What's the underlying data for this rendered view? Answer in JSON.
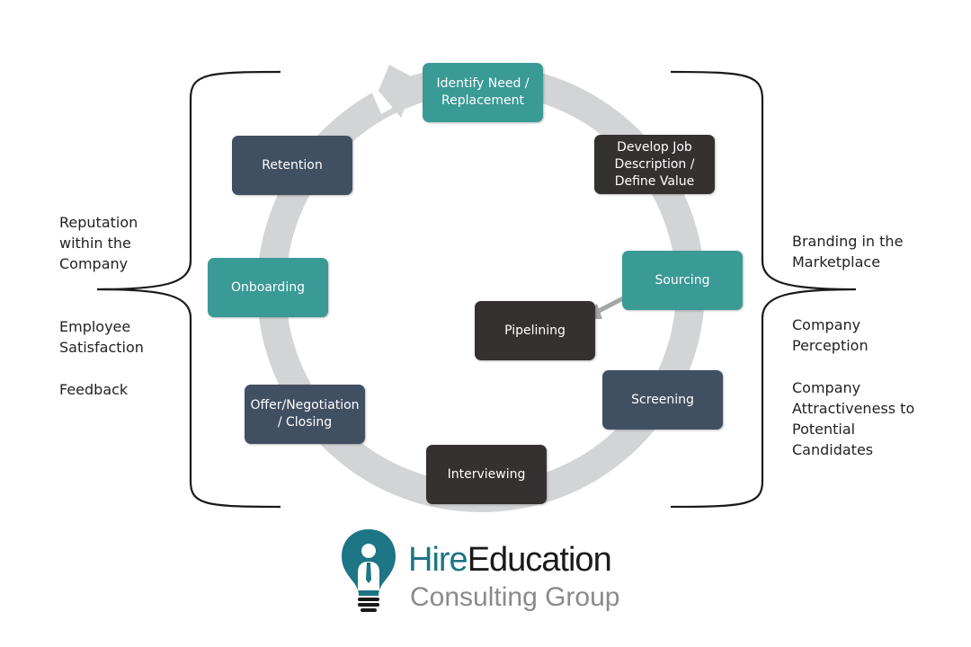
{
  "colors": {
    "teal": "#3a9a96",
    "navy": "#414f63",
    "charcoal": "#353131",
    "ring": "#d3d4d6",
    "arrow": "#a6a6a6",
    "logo_teal": "#1d7585",
    "logo_gray": "#8a8a8a"
  },
  "cycle": {
    "identify": "Identify Need /\nReplacement",
    "develop": "Develop Job\nDescription /\nDefine Value",
    "sourcing": "Sourcing",
    "pipelining": "Pipelining",
    "screening": "Screening",
    "interviewing": "Interviewing",
    "offer": "Offer/Negotiation\n/ Closing",
    "onboarding": "Onboarding",
    "retention": "Retention"
  },
  "left_notes": {
    "reputation": "Reputation\nwithin the\nCompany",
    "satisfaction": "Employee\nSatisfaction",
    "feedback": "Feedback"
  },
  "right_notes": {
    "branding": "Branding in the\nMarketplace",
    "perception": "Company\nPerception",
    "attractiveness": "Company\nAttractiveness to\nPotential\nCandidates"
  },
  "logo": {
    "hire": "Hire",
    "education": "Education",
    "subline": "Consulting Group",
    "icon": "lightbulb-person-icon"
  }
}
